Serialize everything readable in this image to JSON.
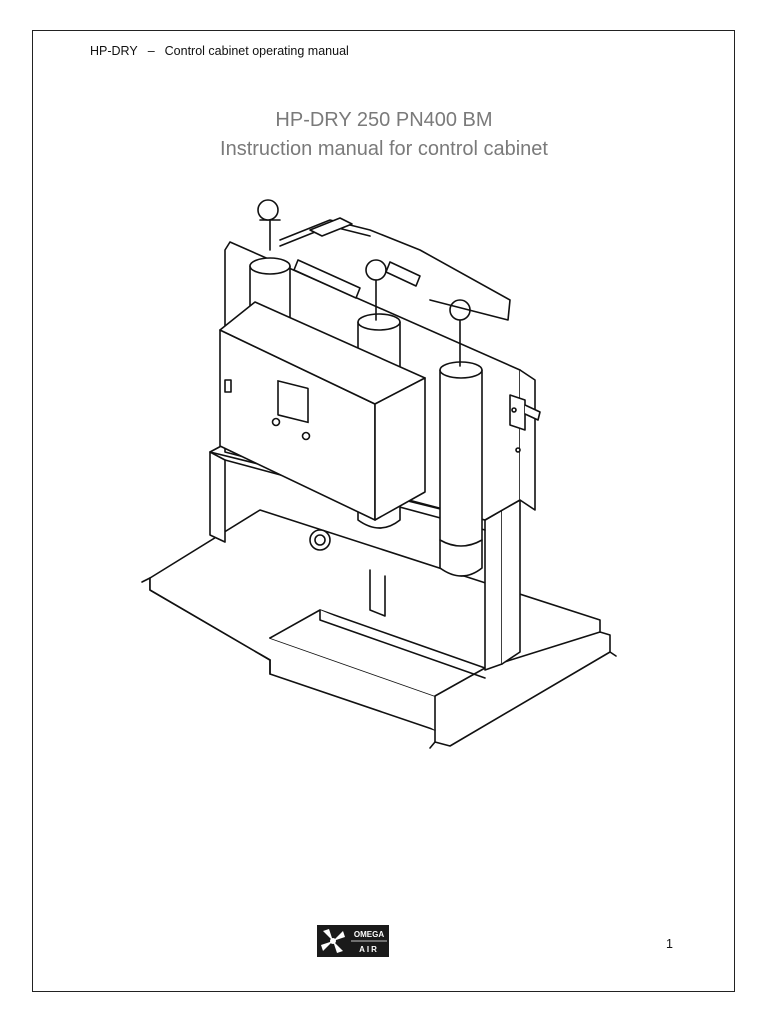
{
  "header": {
    "product": "HP-DRY",
    "separator": "–",
    "doc_title": "Control cabinet operating manual"
  },
  "title": {
    "line1": "HP-DRY 250 PN400 BM",
    "line2": "Instruction manual for control cabinet"
  },
  "logo": {
    "text_top": "OMEGA",
    "text_bottom": "AIR"
  },
  "page_number": "1"
}
